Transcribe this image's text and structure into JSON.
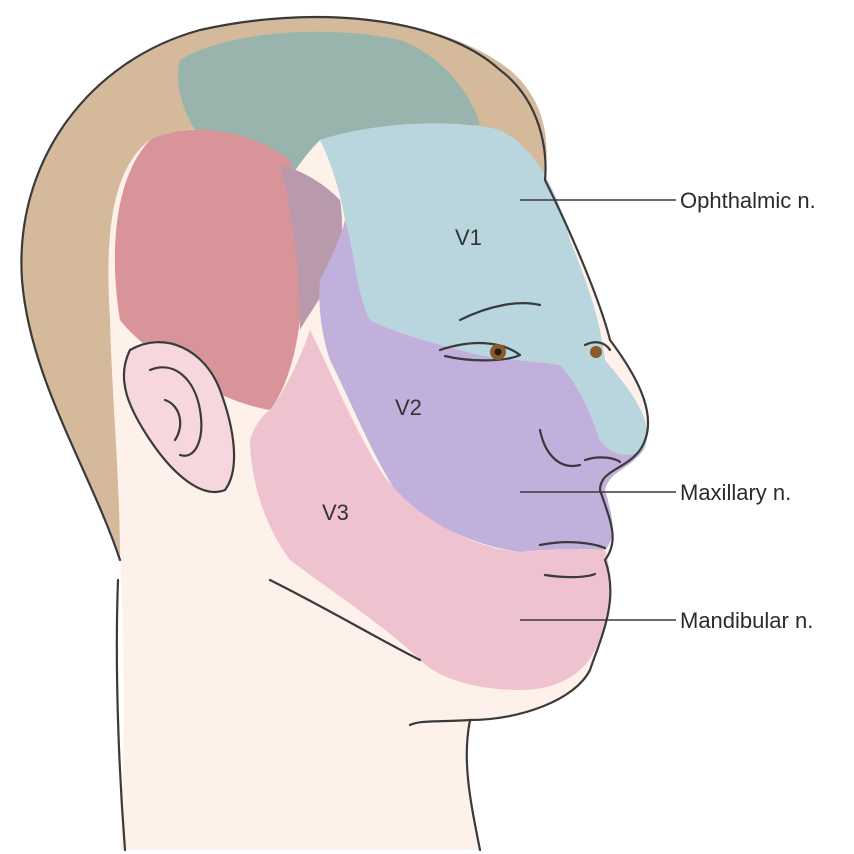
{
  "regions": [
    {
      "id": "V1",
      "label": "V1",
      "color": "#b9d6df"
    },
    {
      "id": "V2",
      "label": "V2",
      "color": "#c2b0dc"
    },
    {
      "id": "V3",
      "label": "V3",
      "color": "#eec3cf"
    }
  ],
  "callouts": [
    {
      "id": "ophthalmic",
      "text": "Ophthalmic n."
    },
    {
      "id": "maxillary",
      "text": "Maxillary n."
    },
    {
      "id": "mandibular",
      "text": "Mandibular n."
    }
  ],
  "colors": {
    "skin": "#fdf1ea",
    "hair": "#d4b99a",
    "hair_overlap_v1": "#98b4ad",
    "scalp_red": "#d9949a",
    "scalp_overlap": "#b89aac",
    "outline": "#3a3a3a"
  }
}
